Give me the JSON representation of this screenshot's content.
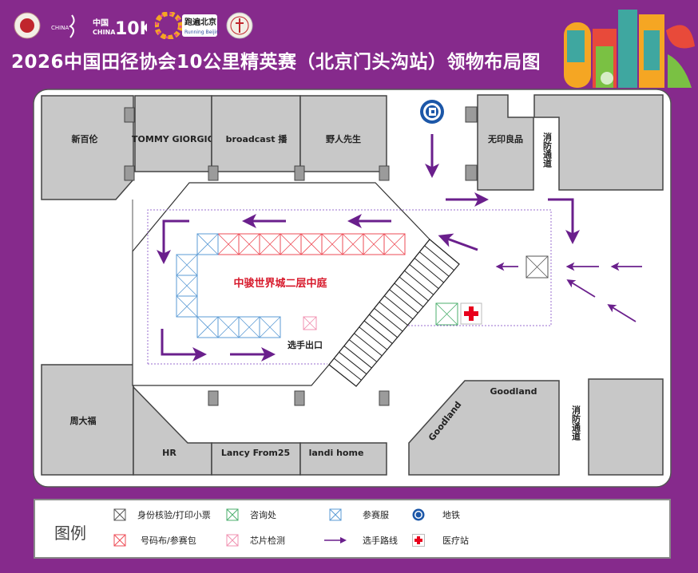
{
  "header": {
    "title": "2026中国田径协会10公里精英赛（北京门头沟站）领物布局图",
    "logos": {
      "athletics_association": "中国田径协会",
      "china_run": "CHINA",
      "china_10k": "中国 10K CHINA",
      "running_beijing": "跑遍北京 Running Beijing",
      "badge": "emblem"
    }
  },
  "map": {
    "venue_label": "中骏世界城二层中庭",
    "exit_label": "选手出口",
    "shops": {
      "new_balance": "新百伦",
      "tommy": "TOMMY GIORGIO",
      "broadcast": "broadcast 播",
      "yeren": "野人先生",
      "muji": "无印良品",
      "chowtaifook": "周大福",
      "hr": "HR",
      "lancy": "Lancy From25",
      "landi": "landi home",
      "goodland_1": "Goodland",
      "goodland_2": "Goodland"
    },
    "fire_lane": "消防通道",
    "booth_counts": {
      "bib_pickup": 9,
      "apparel": 8,
      "chip_check": 1,
      "id_check": 1,
      "info": 1,
      "medical": 1
    }
  },
  "legend": {
    "title": "图例",
    "items": {
      "id_check": "身份核验/打印小票",
      "info": "咨询处",
      "apparel": "参赛服",
      "metro": "地铁",
      "bib": "号码布/参赛包",
      "chip": "芯片检测",
      "route": "选手路线",
      "medical": "医疗站"
    }
  },
  "colors": {
    "background": "#862a8c",
    "route": "#6a1f8c",
    "bib": "#ee4b55",
    "apparel": "#5b9bd5",
    "info": "#4caf6e",
    "chip": "#f090b0",
    "id_check": "#555555",
    "medical": "#e8001c",
    "venue_label": "#d7192b"
  }
}
